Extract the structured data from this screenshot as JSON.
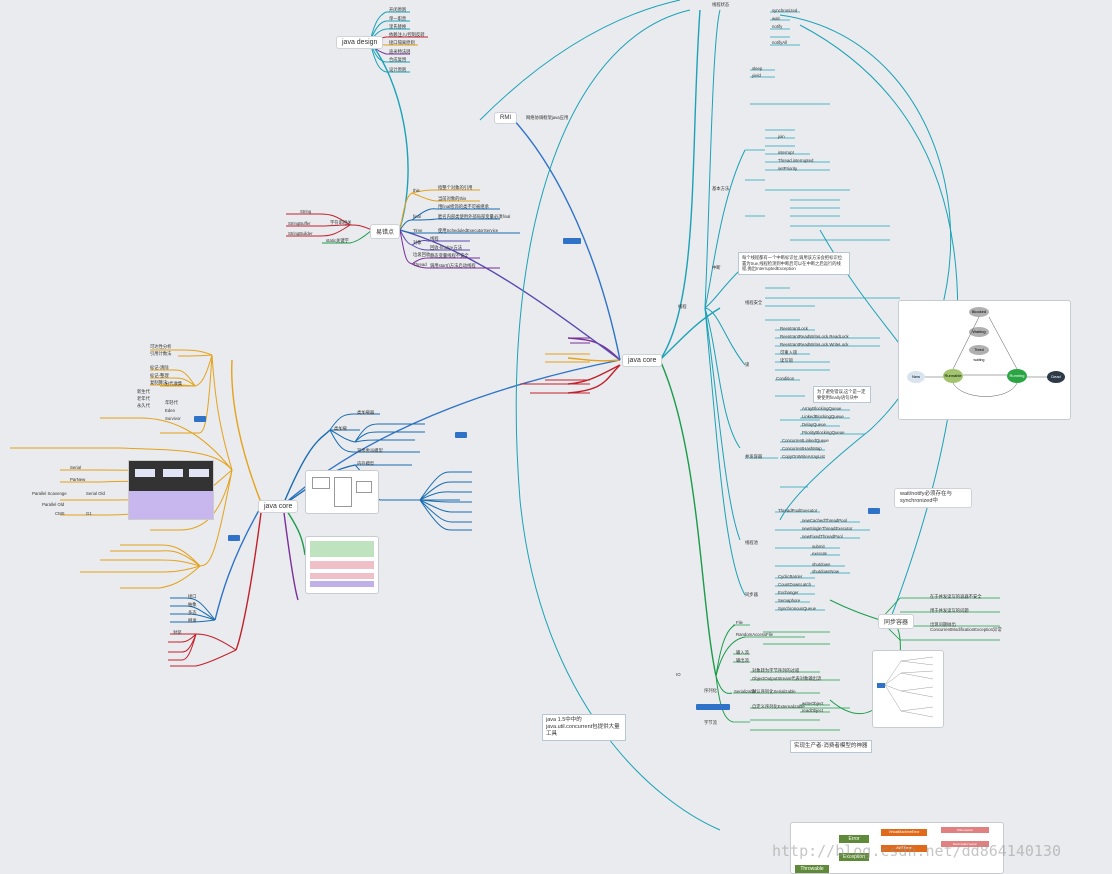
{
  "central": {
    "left": "java core",
    "right": "java core"
  },
  "hubs": {
    "java_design": "java design",
    "rmi": "RMI",
    "yicuodian": "易错点",
    "thread": "线程",
    "io": "IO",
    "jvm_sync": "wait/notify必须存在与synchronized中",
    "sync_container": "同步容器"
  },
  "notes": {
    "interrupt": "每个线程都有一个中断标识位,调用该方法会把标识位置为true,线程检测到中断后可以在中断之后运行的线程,抛出InterruptedException",
    "concurrent": "java 1.5中中的java.util.concurrent包提供大量工具",
    "producer": "实现生产者-消费者模型的神器",
    "volatile_tip": "为了避免错误,这个是一定要使用finally语句块中",
    "rmi_desc": "网络协调框架java应用"
  },
  "design_items": [
    "开闭原则",
    "单一职责",
    "里氏替换",
    "依赖注入/控制反转",
    "接口隔离原则",
    "迪米特法则",
    "合成复用",
    "设计原则"
  ],
  "left_top": [
    "String",
    "StringBuffer",
    "StringBuilder"
  ],
  "left_mid": [
    "字符串相关",
    "static关键字"
  ],
  "yicuo_items": [
    "this",
    "final",
    "Time",
    "对象",
    "垃圾回收",
    "Thread"
  ],
  "yicuo_details": [
    "指整个对象的引用",
    "当前对象的this",
    "用final修饰的类不可被继承",
    "匿名内部类使用外部局部变量必须final",
    "使用ScheduledExecutorService",
    "线程",
    "回收-finalize方法",
    "静态变量线程不安全",
    "调用start()方法启动线程"
  ],
  "jvm_items": [
    "类加载",
    "类加载器",
    "双亲委派模型",
    "内存模型"
  ],
  "gc_items": [
    "可达性分析",
    "引用计数法",
    "标记-清除",
    "标记-整理",
    "复制算法",
    "分代收集"
  ],
  "gc_collectors": [
    "Serial",
    "ParNew",
    "Parallel Scavenge",
    "Serial Old",
    "Parallel Old",
    "CMS",
    "G1"
  ],
  "gc_regions": [
    "新生代",
    "老年代",
    "永久代",
    "年轻代",
    "Eden",
    "Survivor"
  ],
  "core_left": [
    "接口",
    "抽象",
    "多态",
    "继承",
    "封装"
  ],
  "thread_items": [
    "线程状态",
    "基本方法",
    "中断",
    "线程安全",
    "锁",
    "并发容器",
    "线程池",
    "同步器"
  ],
  "thread_basic": [
    "synchronized",
    "wait",
    "notify",
    "notifyAll",
    "sleep",
    "yield",
    "join",
    "interrupt",
    "Thread.interrupted",
    "setPriority"
  ],
  "lock_items": [
    "ReentrantLock",
    "ReentrantReadWriteLock.ReadLock",
    "ReentrantReadWriteLock.WriteLock",
    "Condition",
    "读写锁",
    "可重入锁"
  ],
  "container_items": [
    "ArrayBlockingQueue",
    "LinkedBlockingQueue",
    "DelayQueue",
    "PriorityBlockingQueue",
    "ConcurrentLinkedQueue",
    "ConcurrentHashMap",
    "CopyOnWriteArrayList"
  ],
  "pool_items": [
    "ThreadPoolExecutor",
    "newCachedThreadPool",
    "newSingleThreadExecutor",
    "newFixedThreadPool",
    "submit",
    "execute",
    "shutdown",
    "shutdownNow"
  ],
  "sync_items": [
    "CyclicBarrier",
    "CountDownLatch",
    "Exchanger",
    "Semaphore",
    "SynchronousQueue"
  ],
  "io_items": [
    "File",
    "RandomAccessFile",
    "输入流",
    "输出流",
    "序列化",
    "Serializable",
    "Externalizable",
    "字节流"
  ],
  "io_details": [
    "对象转为字节序列的过程",
    "ObjectOutputStream代表对象输出流",
    "默认序列化Serializable",
    "自定义序列化Externalizable",
    "writeObject",
    "readObject"
  ],
  "sync_container_items": [
    "在于并发读写的容器不安全",
    "用于并发读写的问题",
    "出现问题抛出ConcurrentModificationException异常"
  ],
  "diagram_states": [
    "New",
    "Runnable",
    "Running",
    "Blocked",
    "Dead",
    "Waiting",
    "Timed waiting"
  ],
  "throwable": {
    "root": "Throwable",
    "error": "Error",
    "exception": "Exception",
    "sub1": "VirtualMachineError",
    "sub2": "AWTError",
    "sub3": "IOException",
    "sub4": "RuntimeException"
  },
  "watermark": "http://blog.csdn.net/dd864140130"
}
